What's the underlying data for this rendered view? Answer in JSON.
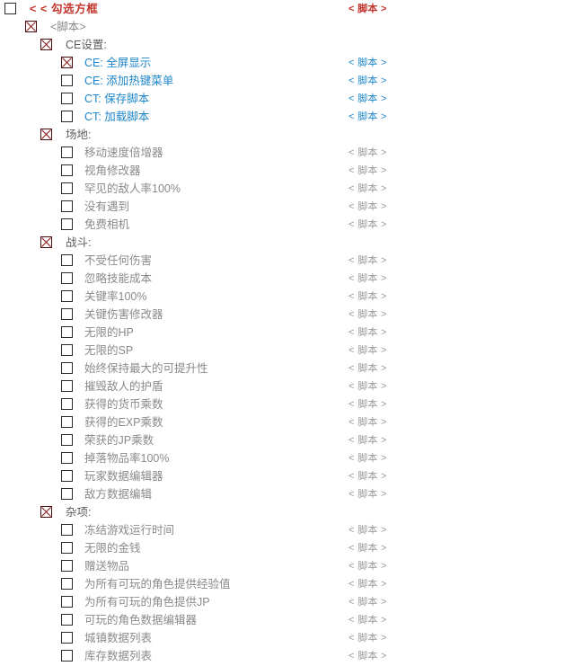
{
  "colors": {
    "accent_red": "#c3342b",
    "accent_blue": "#1d86c9",
    "text_gray": "#8a8a8a",
    "header_gray": "#5d5d5d",
    "checkbox_border": "#2b2b2b",
    "check_mark": "#8b1a1a",
    "background": "#ffffff"
  },
  "script_label": "< 脚本 >",
  "rows": [
    {
      "level": 0,
      "checked": false,
      "label": "< < 勾选方框",
      "color": "red",
      "script": "< 脚本 >",
      "script_color": "red"
    },
    {
      "level": 1,
      "checked": true,
      "label": "<脚本>",
      "color": "gray",
      "script": "",
      "script_color": "gray"
    },
    {
      "level": 2,
      "checked": true,
      "label": "CE设置:",
      "color": "dgray",
      "script": "",
      "script_color": "gray"
    },
    {
      "level": 3,
      "checked": true,
      "label": "CE: 全屏显示",
      "color": "blue",
      "script": "< 脚本 >",
      "script_color": "blue"
    },
    {
      "level": 3,
      "checked": false,
      "label": "CE: 添加热键菜单",
      "color": "blue",
      "script": "< 脚本 >",
      "script_color": "blue"
    },
    {
      "level": 3,
      "checked": false,
      "label": "CT: 保存脚本",
      "color": "blue",
      "script": "< 脚本 >",
      "script_color": "blue"
    },
    {
      "level": 3,
      "checked": false,
      "label": "CT: 加载脚本",
      "color": "blue",
      "script": "< 脚本 >",
      "script_color": "blue"
    },
    {
      "level": 2,
      "checked": true,
      "label": "场地:",
      "color": "dgray",
      "script": "",
      "script_color": "gray"
    },
    {
      "level": 3,
      "checked": false,
      "label": "移动速度倍增器",
      "color": "gray",
      "script": "< 脚本 >",
      "script_color": "gray"
    },
    {
      "level": 3,
      "checked": false,
      "label": "视角修改器",
      "color": "gray",
      "script": "< 脚本 >",
      "script_color": "gray"
    },
    {
      "level": 3,
      "checked": false,
      "label": "罕见的敌人率100%",
      "color": "gray",
      "script": "< 脚本 >",
      "script_color": "gray"
    },
    {
      "level": 3,
      "checked": false,
      "label": "没有遇到",
      "color": "gray",
      "script": "< 脚本 >",
      "script_color": "gray"
    },
    {
      "level": 3,
      "checked": false,
      "label": "免费相机",
      "color": "gray",
      "script": "< 脚本 >",
      "script_color": "gray"
    },
    {
      "level": 2,
      "checked": true,
      "label": "战斗:",
      "color": "dgray",
      "script": "",
      "script_color": "gray"
    },
    {
      "level": 3,
      "checked": false,
      "label": "不受任何伤害",
      "color": "gray",
      "script": "< 脚本 >",
      "script_color": "gray"
    },
    {
      "level": 3,
      "checked": false,
      "label": "忽略技能成本",
      "color": "gray",
      "script": "< 脚本 >",
      "script_color": "gray"
    },
    {
      "level": 3,
      "checked": false,
      "label": "关键率100%",
      "color": "gray",
      "script": "< 脚本 >",
      "script_color": "gray"
    },
    {
      "level": 3,
      "checked": false,
      "label": "关键伤害修改器",
      "color": "gray",
      "script": "< 脚本 >",
      "script_color": "gray"
    },
    {
      "level": 3,
      "checked": false,
      "label": "无限的HP",
      "color": "gray",
      "script": "< 脚本 >",
      "script_color": "gray"
    },
    {
      "level": 3,
      "checked": false,
      "label": "无限的SP",
      "color": "gray",
      "script": "< 脚本 >",
      "script_color": "gray"
    },
    {
      "level": 3,
      "checked": false,
      "label": "始终保持最大的可提升性",
      "color": "gray",
      "script": "< 脚本 >",
      "script_color": "gray"
    },
    {
      "level": 3,
      "checked": false,
      "label": "摧毁敌人的护盾",
      "color": "gray",
      "script": "< 脚本 >",
      "script_color": "gray"
    },
    {
      "level": 3,
      "checked": false,
      "label": "获得的货币乘数",
      "color": "gray",
      "script": "< 脚本 >",
      "script_color": "gray"
    },
    {
      "level": 3,
      "checked": false,
      "label": "获得的EXP乘数",
      "color": "gray",
      "script": "< 脚本 >",
      "script_color": "gray"
    },
    {
      "level": 3,
      "checked": false,
      "label": "荣获的JP乘数",
      "color": "gray",
      "script": "< 脚本 >",
      "script_color": "gray"
    },
    {
      "level": 3,
      "checked": false,
      "label": "掉落物品率100%",
      "color": "gray",
      "script": "< 脚本 >",
      "script_color": "gray"
    },
    {
      "level": 3,
      "checked": false,
      "label": "玩家数据编辑器",
      "color": "gray",
      "script": "< 脚本 >",
      "script_color": "gray"
    },
    {
      "level": 3,
      "checked": false,
      "label": "敌方数据编辑",
      "color": "gray",
      "script": "< 脚本 >",
      "script_color": "gray"
    },
    {
      "level": 2,
      "checked": true,
      "label": "杂项:",
      "color": "dgray",
      "script": "",
      "script_color": "gray"
    },
    {
      "level": 3,
      "checked": false,
      "label": "冻结游戏运行时间",
      "color": "gray",
      "script": "< 脚本 >",
      "script_color": "gray"
    },
    {
      "level": 3,
      "checked": false,
      "label": "无限的金钱",
      "color": "gray",
      "script": "< 脚本 >",
      "script_color": "gray"
    },
    {
      "level": 3,
      "checked": false,
      "label": "赠送物品",
      "color": "gray",
      "script": "< 脚本 >",
      "script_color": "gray"
    },
    {
      "level": 3,
      "checked": false,
      "label": "为所有可玩的角色提供经验值",
      "color": "gray",
      "script": "< 脚本 >",
      "script_color": "gray"
    },
    {
      "level": 3,
      "checked": false,
      "label": "为所有可玩的角色提供JP",
      "color": "gray",
      "script": "< 脚本 >",
      "script_color": "gray"
    },
    {
      "level": 3,
      "checked": false,
      "label": "可玩的角色数据编辑器",
      "color": "gray",
      "script": "< 脚本 >",
      "script_color": "gray"
    },
    {
      "level": 3,
      "checked": false,
      "label": "城镇数据列表",
      "color": "gray",
      "script": "< 脚本 >",
      "script_color": "gray"
    },
    {
      "level": 3,
      "checked": false,
      "label": "库存数据列表",
      "color": "gray",
      "script": "< 脚本 >",
      "script_color": "gray"
    }
  ]
}
